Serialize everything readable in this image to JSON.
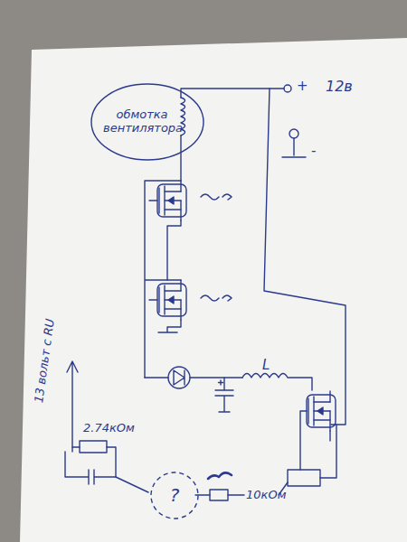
{
  "diagram": {
    "nodes": [
      {
        "text": [
          "обмотка вентилятора"
        ]
      },
      {
        "text": [
          "?"
        ]
      }
    ],
    "labels": [
      "+",
      "12в",
      "-",
      "L",
      "13 вольт с RU",
      "2.74кОм",
      "10кОм"
    ]
  }
}
